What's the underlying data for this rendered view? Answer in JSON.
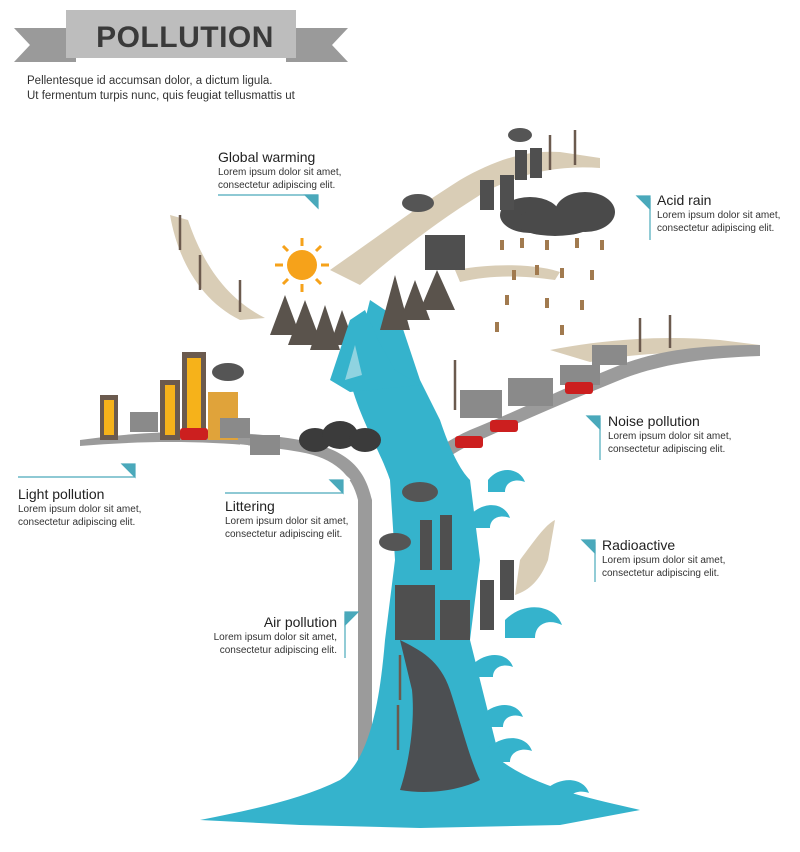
{
  "header": {
    "title": "POLLUTION",
    "subtitle_line1": "Pellentesque   id   accumsan dolor,  a   dictum ligula.",
    "subtitle_line2": "Ut fermentum turpis nunc, quis feugiat tellusmattis ut"
  },
  "callouts": {
    "global_warming": {
      "title": "Global warming",
      "line1": "Lorem ipsum dolor sit amet,",
      "line2": "consectetur adipiscing elit."
    },
    "acid_rain": {
      "title": "Acid rain",
      "line1": "Lorem ipsum dolor sit amet,",
      "line2": "consectetur adipiscing elit."
    },
    "noise_pollution": {
      "title": "Noise pollution",
      "line1": "Lorem ipsum dolor sit amet,",
      "line2": "consectetur adipiscing elit."
    },
    "light_pollution": {
      "title": "Light pollution",
      "line1": "Lorem ipsum dolor sit amet,",
      "line2": "consectetur adipiscing elit."
    },
    "littering": {
      "title": "Littering",
      "line1": "Lorem ipsum dolor sit amet,",
      "line2": "consectetur adipiscing elit."
    },
    "radioactive": {
      "title": "Radioactive",
      "line1": "Lorem ipsum dolor sit amet,",
      "line2": "consectetur adipiscing elit."
    },
    "air_pollution": {
      "title": "Air pollution",
      "line1": "Lorem ipsum dolor sit amet,",
      "line2": "consectetur adipiscing elit."
    }
  },
  "colors": {
    "accent_teal": "#4aa9bb",
    "water_blue": "#35b3cc",
    "branch_tan": "#d9cdb6",
    "road_gray": "#8c8c8c",
    "smoke_dark": "#4a4a4a",
    "sun_orange": "#f6a21a",
    "banner_gray": "#9a9a9a"
  }
}
